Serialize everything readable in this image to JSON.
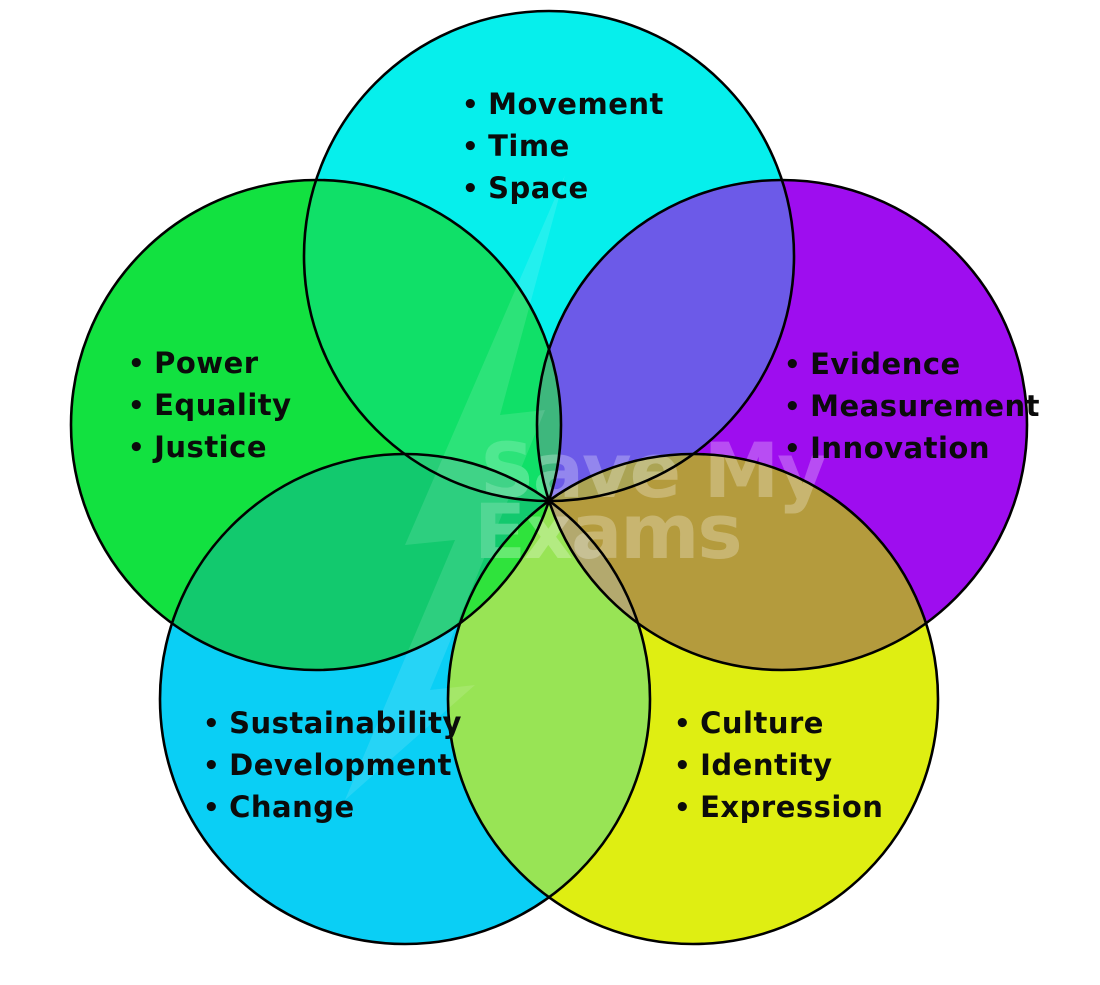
{
  "diagram_type": "five-set venn flower diagram",
  "background": "#ffffff",
  "outline_color": "#000000",
  "bullet": "•",
  "watermark": {
    "line1": "Save My",
    "line2": "Exams",
    "color": "#ffffff"
  },
  "sets": [
    {
      "position": "top",
      "color": "#06EFEC",
      "items": [
        "Movement",
        "Time",
        "Space"
      ]
    },
    {
      "position": "left",
      "color": "#12E140",
      "items": [
        "Power",
        "Equality",
        "Justice"
      ]
    },
    {
      "position": "right",
      "color": "#9E0DEF",
      "items": [
        "Evidence",
        "Measurement",
        "Innovation"
      ]
    },
    {
      "position": "bottom-left",
      "color": "#0ACFF5",
      "items": [
        "Sustainability",
        "Development",
        "Change"
      ]
    },
    {
      "position": "bottom-right",
      "color": "#DFEE12",
      "items": [
        "Culture",
        "Identity",
        "Expression"
      ]
    }
  ],
  "overlaps": {
    "top_left": "#10E068",
    "top_right": "#6C5AE8",
    "right_bottomright": "#B49B3D",
    "bottomright_bottomleft": "#98E455",
    "bottomleft_left": "#12C96E",
    "left_right_thin": "#3EB77D",
    "top_bottomright_thin": "#ABA454",
    "right_bottomleft_thin": "#B3A96E",
    "bottomright_left_thin": "#2FE33C",
    "bottomleft_top_thin": "#27CE77"
  }
}
